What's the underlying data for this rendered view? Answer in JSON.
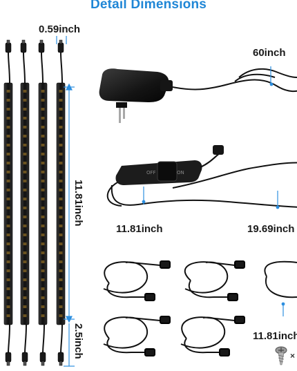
{
  "title": "Detail Dimensions",
  "labels": {
    "strip_width": "0.59inch",
    "strip_length": "11.81inch",
    "strip_tail": "2.5inch",
    "adapter_cable": "60inch",
    "switch_cable_left": "11.81inch",
    "switch_cable_right": "19.69inch",
    "extension_cable": "11.81inch",
    "screws_qty": "×"
  },
  "colors": {
    "title": "#1f86d6",
    "accent": "#2d8fe0",
    "strip_body": "#1b1b1b",
    "led": "#6b5320"
  },
  "icons": {
    "power_adapter": "power-adapter-icon",
    "inline_switch": "inline-switch-icon",
    "extension_cable": "extension-cable-icon",
    "screw": "screw-icon"
  }
}
